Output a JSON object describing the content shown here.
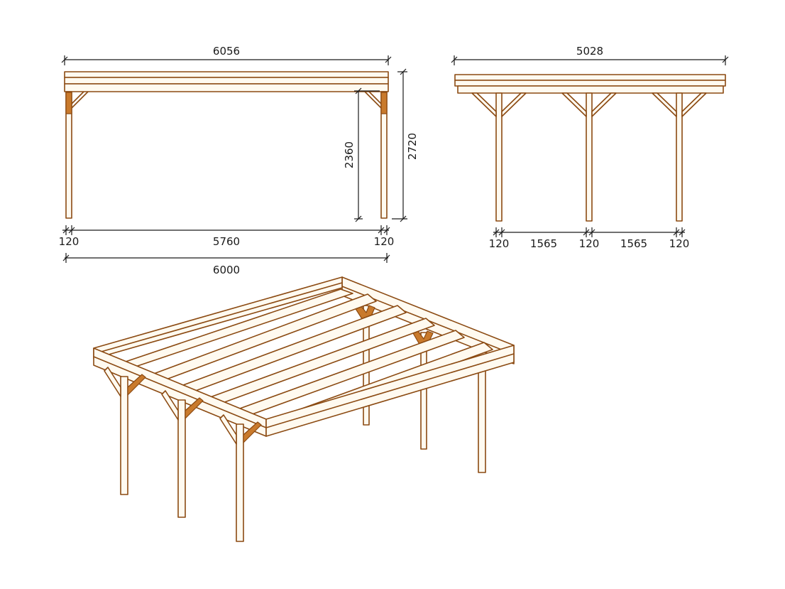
{
  "side_view": {
    "overall_length": "6056",
    "post_clear_height": "2360",
    "overall_height": "2720",
    "post_left": "120",
    "post_span": "5760",
    "post_right": "120",
    "footprint_length": "6000"
  },
  "front_view": {
    "overall_width": "5028",
    "post_1": "120",
    "span_1": "1565",
    "post_2": "120",
    "span_2": "1565",
    "post_3": "120"
  },
  "colors": {
    "wood_outline": "#8b4a12",
    "wood_fill": "#fffaf0",
    "wood_brace": "#c97a2c",
    "dimension": "#1a1a1a"
  }
}
